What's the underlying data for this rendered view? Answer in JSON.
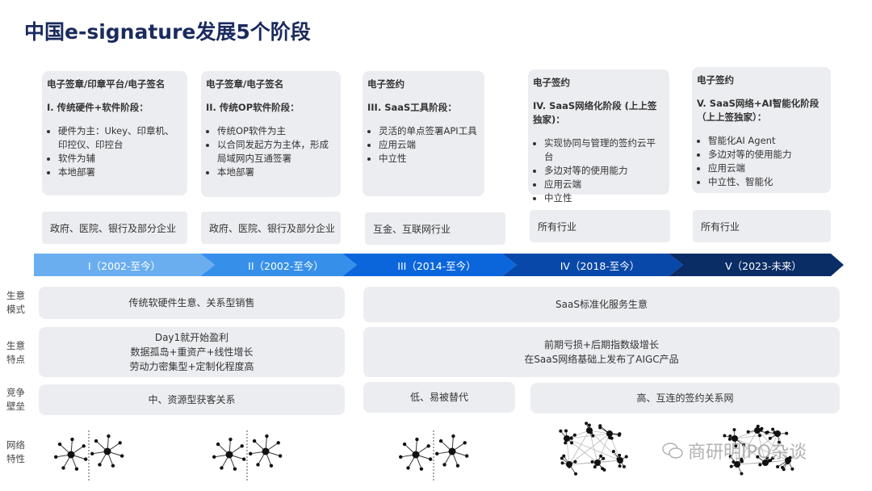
{
  "title": "中国e-signature发展5个阶段",
  "stages": [
    {
      "category": "电子签章/印章平台/电子签名",
      "stage": "I. 传统硬件+软件阶段：",
      "bullets": [
        "硬件为主：Ukey、印章机、印控仪、印控台",
        "软件为辅",
        "本地部署"
      ],
      "industry": "政府、医院、银行及部分企业",
      "timeline": "I（2002-至今）"
    },
    {
      "category": "电子签章/电子签名",
      "stage": "II. 传统OP软件阶段：",
      "bullets": [
        "传统OP软件为主",
        "以合同发起方为主体，形成局域网内互通签署",
        "本地部署"
      ],
      "industry": "政府、医院、银行及部分企业",
      "timeline": "II（2002-至今）"
    },
    {
      "category": "电子签约",
      "stage": "III. SaaS工具阶段：",
      "bullets": [
        "灵活的单点签署API工具",
        "应用云端",
        "中立性"
      ],
      "industry": "互金、互联网行业",
      "timeline": "III（2014-至今）"
    },
    {
      "category": "电子签约",
      "stage": "IV. SaaS网络化阶段 (上上签独家)：",
      "bullets": [
        "实现协同与管理的签约云平台",
        "多边对等的使用能力",
        "应用云端",
        "中立性"
      ],
      "industry": "所有行业",
      "timeline": "IV（2018-至今）"
    },
    {
      "category": "电子签约",
      "stage": "V. SaaS网络+AI智能化阶段（上上签独家）：",
      "bullets": [
        "智能化AI Agent",
        "多边对等的使用能力",
        "应用云端",
        "中立性、智能化"
      ],
      "industry": "所有行业",
      "timeline": "V（2023-未来）"
    }
  ],
  "timeline_colors": [
    "#6aaef0",
    "#3690ea",
    "#0b66dc",
    "#0848a8",
    "#0b2d66"
  ],
  "rows": {
    "model": {
      "label": "生意模式",
      "left": "传统软硬件生意、关系型销售",
      "right": "SaaS标准化服务生意"
    },
    "traits": {
      "label": "生意特点",
      "left": [
        "Day1就开始盈利",
        "数据孤岛+重资产+线性增长",
        "劳动力密集型+定制化程度高"
      ],
      "right": [
        "前期亏损+后期指数级增长",
        "在SaaS网络基础上发布了AIGC产品"
      ]
    },
    "moat": {
      "label": "竞争壁垒",
      "left": "中、资源型获客关系",
      "mid": "低、易被替代",
      "right": "高、互连的签约关系网"
    },
    "network": {
      "label": "网络特性"
    }
  },
  "watermark": "商研明IPO杂谈"
}
